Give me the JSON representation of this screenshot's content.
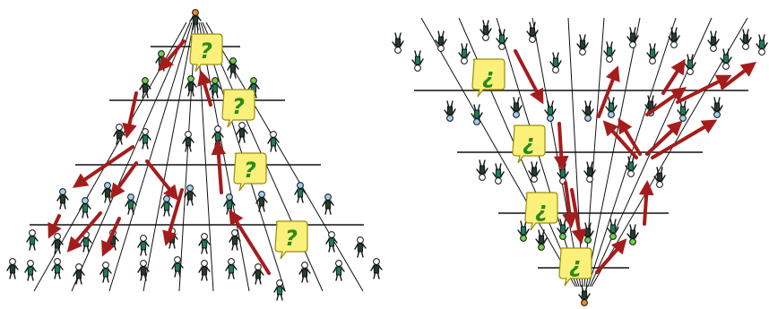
{
  "palette": {
    "background": "#ffffff",
    "line": "#111111",
    "arrow": "#a51c1c",
    "bubble_fill": "#fbf07a",
    "bubble_stroke": "#9a8a10",
    "bubble_text": "#2a8a1a",
    "head_top": "#f08a1a",
    "head_green": "#6fd14a",
    "head_blue": "#9fd0f0",
    "head_white": "#ffffff",
    "body_teal": "#1e7a5a",
    "body_dark": "#243b2e"
  },
  "left_diagram": {
    "name": "pyramid",
    "question_glyph": "?",
    "question_bubble_count": 4,
    "icons": [
      "person-icon",
      "question-bubble-icon",
      "arrow-icon"
    ]
  },
  "right_diagram": {
    "name": "inverted-pyramid",
    "question_glyph": "¿",
    "question_bubble_count": 4,
    "icons": [
      "person-icon",
      "question-bubble-icon",
      "arrow-icon"
    ]
  }
}
